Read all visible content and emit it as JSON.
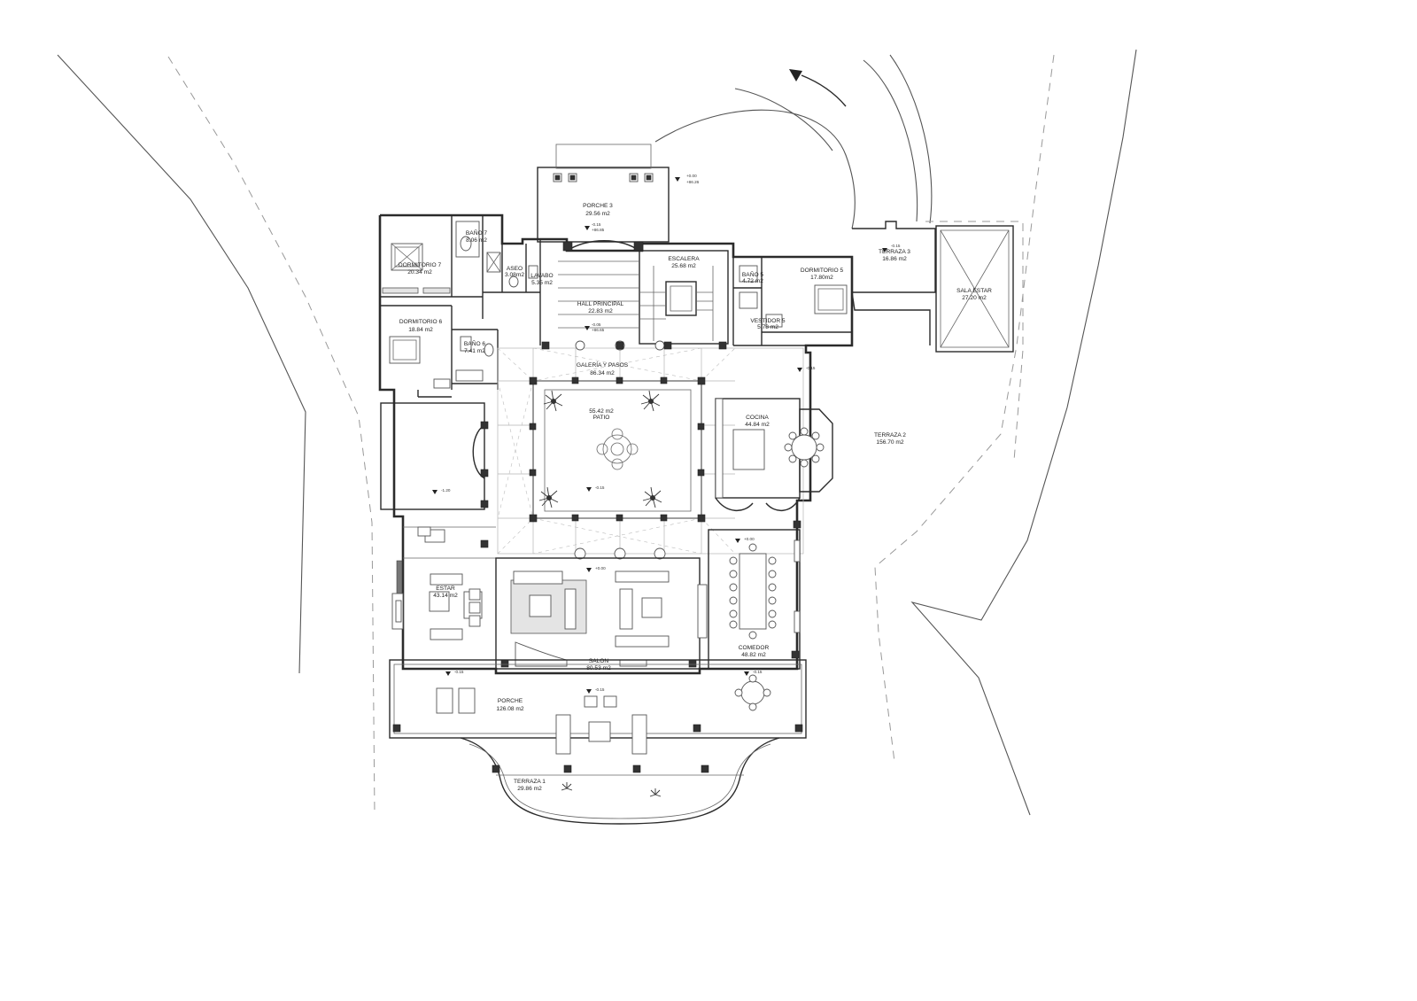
{
  "rooms": {
    "porche3": {
      "name": "PORCHE 3",
      "area": "29.56 m2"
    },
    "dormitorio7": {
      "name": "DORMITORIO 7",
      "area": "20.34 m2"
    },
    "bano7": {
      "name": "BAÑO 7",
      "area": "8.06 m2"
    },
    "aseo": {
      "name": "ASEO",
      "area": "3.08m2"
    },
    "lavabo": {
      "name": "LAVABO",
      "area": "5.35 m2"
    },
    "hall": {
      "name": "HALL PRINCIPAL",
      "area": "22.83 m2"
    },
    "escalera": {
      "name": "ESCALERA",
      "area": "25.68 m2"
    },
    "bano5": {
      "name": "BAÑO 5",
      "area": "4.72 m2"
    },
    "dormitorio5": {
      "name": "DORMITORIO 5",
      "area": "17.80m2"
    },
    "vestidor5": {
      "name": "VESTIDOR 5",
      "area": "5.78 m2"
    },
    "terraza3": {
      "name": "TERRAZA 3",
      "area": "16.86 m2"
    },
    "salaestar": {
      "name": "SALA ESTAR",
      "area": "27.20 m2"
    },
    "dormitorio6": {
      "name": "DORMITORIO 6",
      "area": "18.84 m2"
    },
    "bano6": {
      "name": "BAÑO 6",
      "area": "7.41 m2"
    },
    "galeria": {
      "name": "GALERÍA Y PASOS",
      "area": "86.34 m2"
    },
    "patio": {
      "name": "PATIO",
      "area": "55.42 m2"
    },
    "cocina": {
      "name": "COCINA",
      "area": "44.84 m2"
    },
    "terraza2": {
      "name": "TERRAZA 2",
      "area": "156.70 m2"
    },
    "estar": {
      "name": "ESTAR",
      "area": "43.14 m2"
    },
    "comedor": {
      "name": "COMEDOR",
      "area": "48.82 m2"
    },
    "salon": {
      "name": "SALON",
      "area": "80.53 m2"
    },
    "porche": {
      "name": "PORCHE",
      "area": "126.08 m2"
    },
    "terraza1": {
      "name": "TERRAZA 1",
      "area": "29.86 m2"
    }
  },
  "levels": {
    "l_top": "+0.00",
    "l_top2": "+86.26",
    "l_porche3": "-0.15",
    "l_porche3b": "+86.85",
    "l_hall": "-0.05",
    "l_hall2": "+86.65",
    "l_terraza3": "-0.15",
    "l_galeria": "-0.15",
    "l_patio": "-0.15",
    "l_west": "-1.20",
    "l_comedor": "+0.00",
    "l_salon": "+0.00",
    "l_porche_w": "-0.15",
    "l_porche_c": "-0.15",
    "l_porche_e": "-0.15"
  },
  "arrow": {
    "icon": "north-arrow-icon"
  }
}
